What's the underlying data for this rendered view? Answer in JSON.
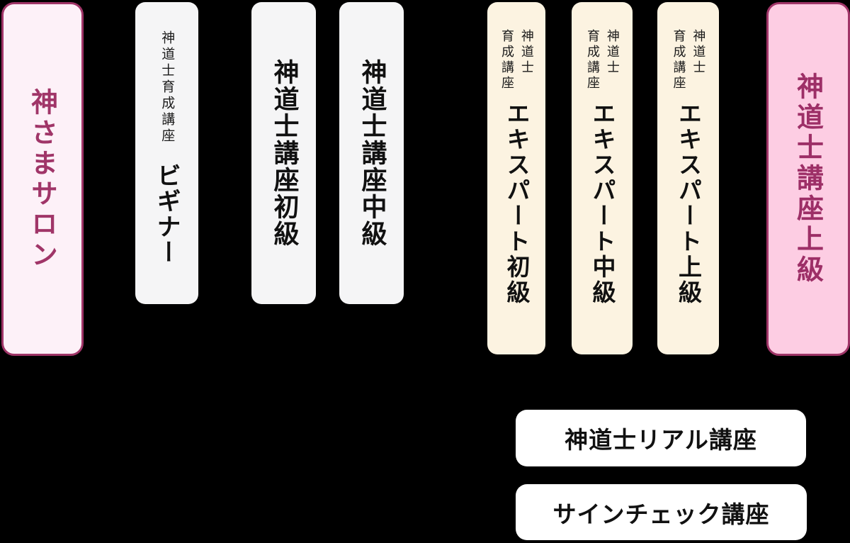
{
  "colors": {
    "background": "#000000",
    "accent_magenta": "#a03568",
    "salon_fill": "#fdf1f8",
    "jokyu_fill": "#fdcde3",
    "white_card_fill": "#f5f5f6",
    "cream_card_fill": "#fcf3e1",
    "bottom_card_fill": "#ffffff",
    "dark_text": "#111111"
  },
  "cards": {
    "salon": {
      "label": "神さまサロン"
    },
    "beginner": {
      "header": "神道士育成講座",
      "label": "ビギナー"
    },
    "shokyu": {
      "label": "神道士講座初級"
    },
    "chukyu": {
      "label": "神道士講座中級"
    },
    "expert_shokyu": {
      "header_line1": "神道士",
      "header_line2": "育成講座",
      "label": "エキスパート初級"
    },
    "expert_chukyu": {
      "header_line1": "神道士",
      "header_line2": "育成講座",
      "label": "エキスパート中級"
    },
    "expert_jokyu": {
      "header_line1": "神道士",
      "header_line2": "育成講座",
      "label": "エキスパート上級"
    },
    "jokyu": {
      "label": "神道士講座上級"
    },
    "real": {
      "label": "神道士リアル講座"
    },
    "signcheck": {
      "label": "サインチェック講座"
    }
  }
}
